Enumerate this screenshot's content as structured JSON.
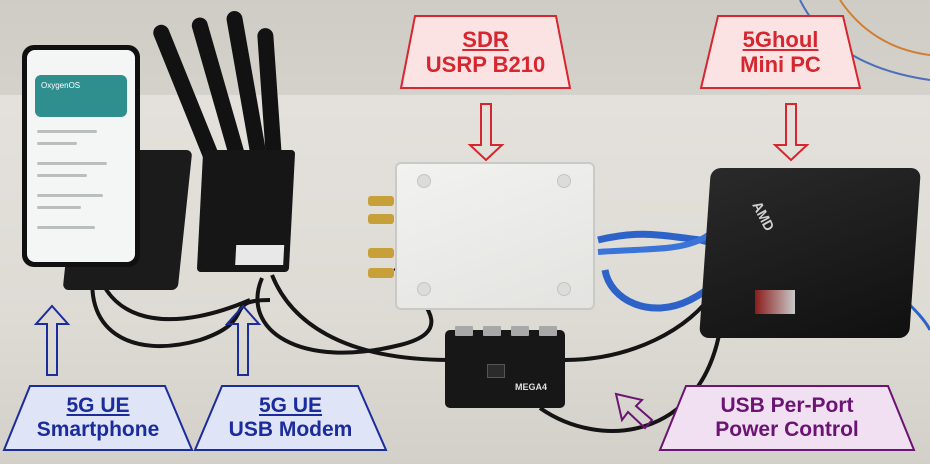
{
  "labels": {
    "sdr": {
      "title": "SDR",
      "subtitle": "USRP B210"
    },
    "minipc": {
      "title": "5Ghoul",
      "subtitle": "Mini PC"
    },
    "ue_phone": {
      "title": "5G UE",
      "subtitle": "Smartphone"
    },
    "ue_modem": {
      "title": "5G UE",
      "subtitle": "USB Modem"
    },
    "usb_control": {
      "line1": "USB Per-Port",
      "line2": "Power Control"
    }
  },
  "device_text": {
    "phone_os": "OxygenOS",
    "minipc_brand": "AMD",
    "hub_name": "MEGA4"
  },
  "colors": {
    "red": "#d6262f",
    "red_fill": "#fbe3e4",
    "blue": "#1b2c9c",
    "blue_fill": "#dfe4f7",
    "purple": "#6c1474",
    "purple_fill": "#f0e0f1"
  }
}
